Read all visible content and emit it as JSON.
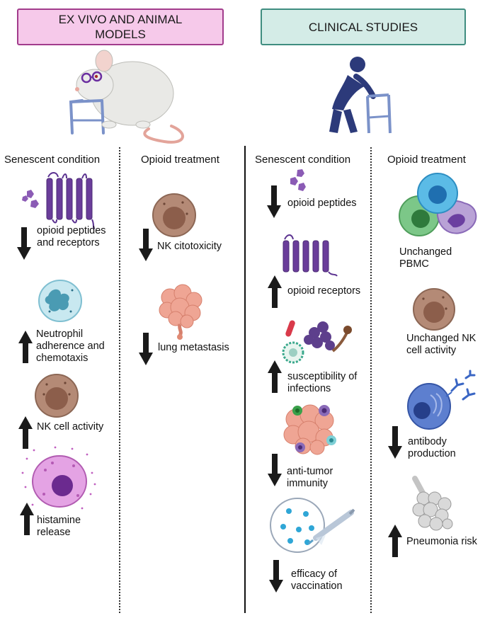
{
  "headers": {
    "left": "EX VIVO AND ANIMAL MODELS",
    "right": "CLINICAL STUDIES"
  },
  "columns": {
    "c1": "Senescent condition",
    "c2": "Opioid treatment",
    "c3": "Senescent condition",
    "c4": "Opioid treatment"
  },
  "col1": [
    {
      "label": "opioid peptides and receptors",
      "direction": "down",
      "icon": "gpcr-receptor-icon"
    },
    {
      "label": "Neutrophil adherence and chemotaxis",
      "direction": "up",
      "icon": "neutrophil-icon"
    },
    {
      "label": "NK cell activity",
      "direction": "up",
      "icon": "nk-cell-icon"
    },
    {
      "label": "histamine release",
      "direction": "up",
      "icon": "mast-cell-icon"
    }
  ],
  "col2": [
    {
      "label": "NK citotoxicity",
      "direction": "down",
      "icon": "nk-cell-icon"
    },
    {
      "label": "lung metastasis",
      "direction": "down",
      "icon": "tumor-icon"
    }
  ],
  "col3": [
    {
      "label": "opioid peptides",
      "direction": "down",
      "icon": "peptide-icon"
    },
    {
      "label": "opioid receptors",
      "direction": "up",
      "icon": "gpcr-receptor-icon"
    },
    {
      "label": "susceptibility of infections",
      "direction": "up",
      "icon": "pathogens-icon"
    },
    {
      "label": "anti-tumor immunity",
      "direction": "down",
      "icon": "tumor-immune-icon"
    },
    {
      "label": "efficacy of vaccination",
      "direction": "down",
      "icon": "vaccine-icon"
    }
  ],
  "col4": [
    {
      "label": "Unchanged PBMC",
      "direction": "none",
      "icon": "pbmc-icon"
    },
    {
      "label": "Unchanged NK cell activity",
      "direction": "none",
      "icon": "nk-cell-icon"
    },
    {
      "label": "antibody production",
      "direction": "down",
      "icon": "plasma-cell-icon"
    },
    {
      "label": "Pneumonia risk",
      "direction": "up",
      "icon": "lung-alveoli-icon"
    }
  ],
  "colors": {
    "left_header_bg": "#f6c9ea",
    "left_header_border": "#a23c8c",
    "right_header_bg": "#d4ece7",
    "right_header_border": "#3f8d80",
    "receptor": "#6a3d9a",
    "nk_cell": "#a9826e",
    "arrow": "#1a1a1a"
  }
}
